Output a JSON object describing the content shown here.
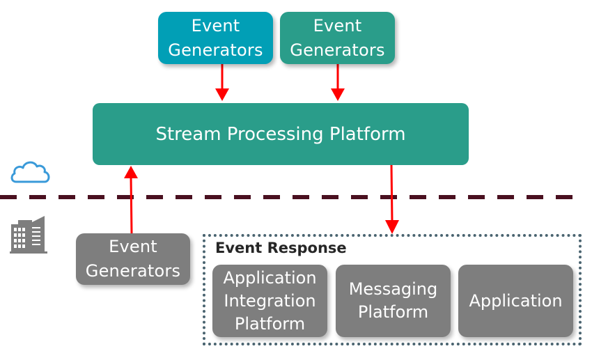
{
  "diagram": {
    "colors": {
      "event_generator_cloud_1": "#019fb6",
      "event_generator_cloud_2": "#2a9d8a",
      "stream_platform": "#2a9d8a",
      "on_premise_boxes": "#7e7e7e",
      "arrows": "#ff0000",
      "boundary_line": "#4a1020",
      "cloud_icon": "#3a9ad9",
      "building_icon": "#7e7e7e",
      "response_frame": "#4a6470"
    },
    "zones": {
      "cloud": {
        "icon": "cloud-icon"
      },
      "on_premise": {
        "icon": "building-icon"
      }
    },
    "nodes": {
      "generator_cloud_1": {
        "label": "Event\nGenerators"
      },
      "generator_cloud_2": {
        "label": "Event\nGenerators"
      },
      "stream_processing_platform": {
        "label": "Stream Processing Platform"
      },
      "generator_on_premise": {
        "label": "Event\nGenerators"
      },
      "event_response": {
        "title": "Event Response",
        "items": [
          {
            "label": "Application\nIntegration\nPlatform"
          },
          {
            "label": "Messaging\nPlatform"
          },
          {
            "label": "Application"
          }
        ]
      }
    },
    "edges": [
      {
        "from": "generator_cloud_1",
        "to": "stream_processing_platform"
      },
      {
        "from": "generator_cloud_2",
        "to": "stream_processing_platform"
      },
      {
        "from": "generator_on_premise",
        "to": "stream_processing_platform"
      },
      {
        "from": "stream_processing_platform",
        "to": "event_response"
      }
    ]
  }
}
